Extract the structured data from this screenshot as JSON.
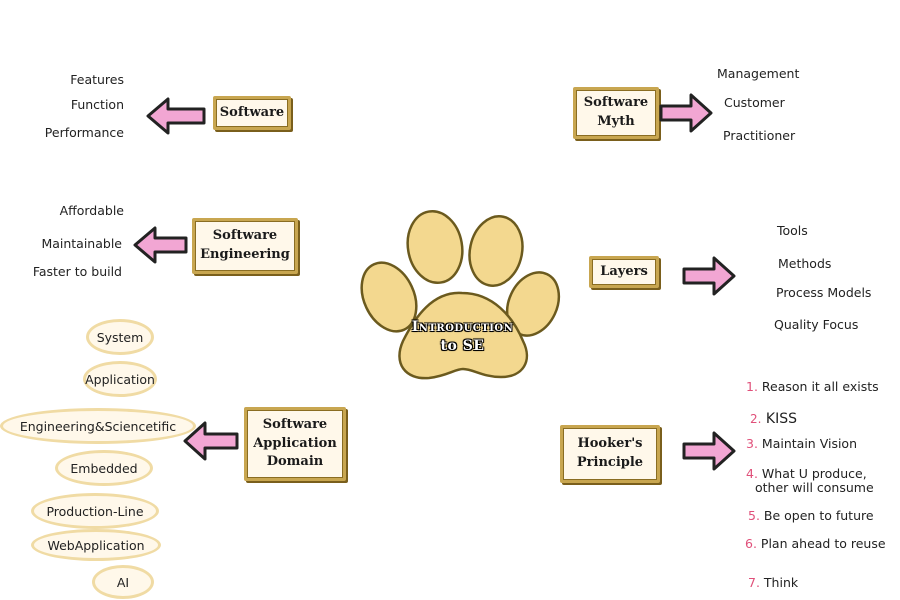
{
  "center": {
    "line1": "Introduction",
    "line2": "to SE"
  },
  "software": {
    "label": "Software",
    "items": [
      "Features",
      "Function",
      "Performance"
    ]
  },
  "software_engineering": {
    "label_line1": "Software",
    "label_line2": "Engineering",
    "items": [
      "Affordable",
      "Maintainable",
      "Faster to build"
    ]
  },
  "software_application_domain": {
    "label_line1": "Software",
    "label_line2": "Application",
    "label_line3": "Domain",
    "items": [
      "System",
      "Application",
      "Engineering&Sciencetific",
      "Embedded",
      "Production-Line",
      "WebApplication",
      "AI"
    ]
  },
  "software_myth": {
    "label_line1": "Software",
    "label_line2": "Myth",
    "items": [
      "Management",
      "Customer",
      "Practitioner"
    ]
  },
  "layers": {
    "label": "Layers",
    "items": [
      "Tools",
      "Methods",
      "Process Models",
      "Quality Focus"
    ]
  },
  "hookers_principle": {
    "label_line1": "Hooker's",
    "label_line2": "Principle",
    "items": [
      {
        "num": "1.",
        "text": "Reason it all exists"
      },
      {
        "num": "2.",
        "text": "KISS"
      },
      {
        "num": "3.",
        "text": "Maintain Vision"
      },
      {
        "num": "4.",
        "text": "What U produce,",
        "text2": "other will consume"
      },
      {
        "num": "5.",
        "text": "Be open to future"
      },
      {
        "num": "6.",
        "text": "Plan ahead to reuse"
      },
      {
        "num": "7.",
        "text": "Think"
      }
    ]
  },
  "colors": {
    "paw_fill": "#f3d88f",
    "paw_stroke": "#6b5a1e",
    "arrow_fill": "#f2a6d3",
    "box_border": "#c8a650",
    "number_color": "#e0507a"
  }
}
